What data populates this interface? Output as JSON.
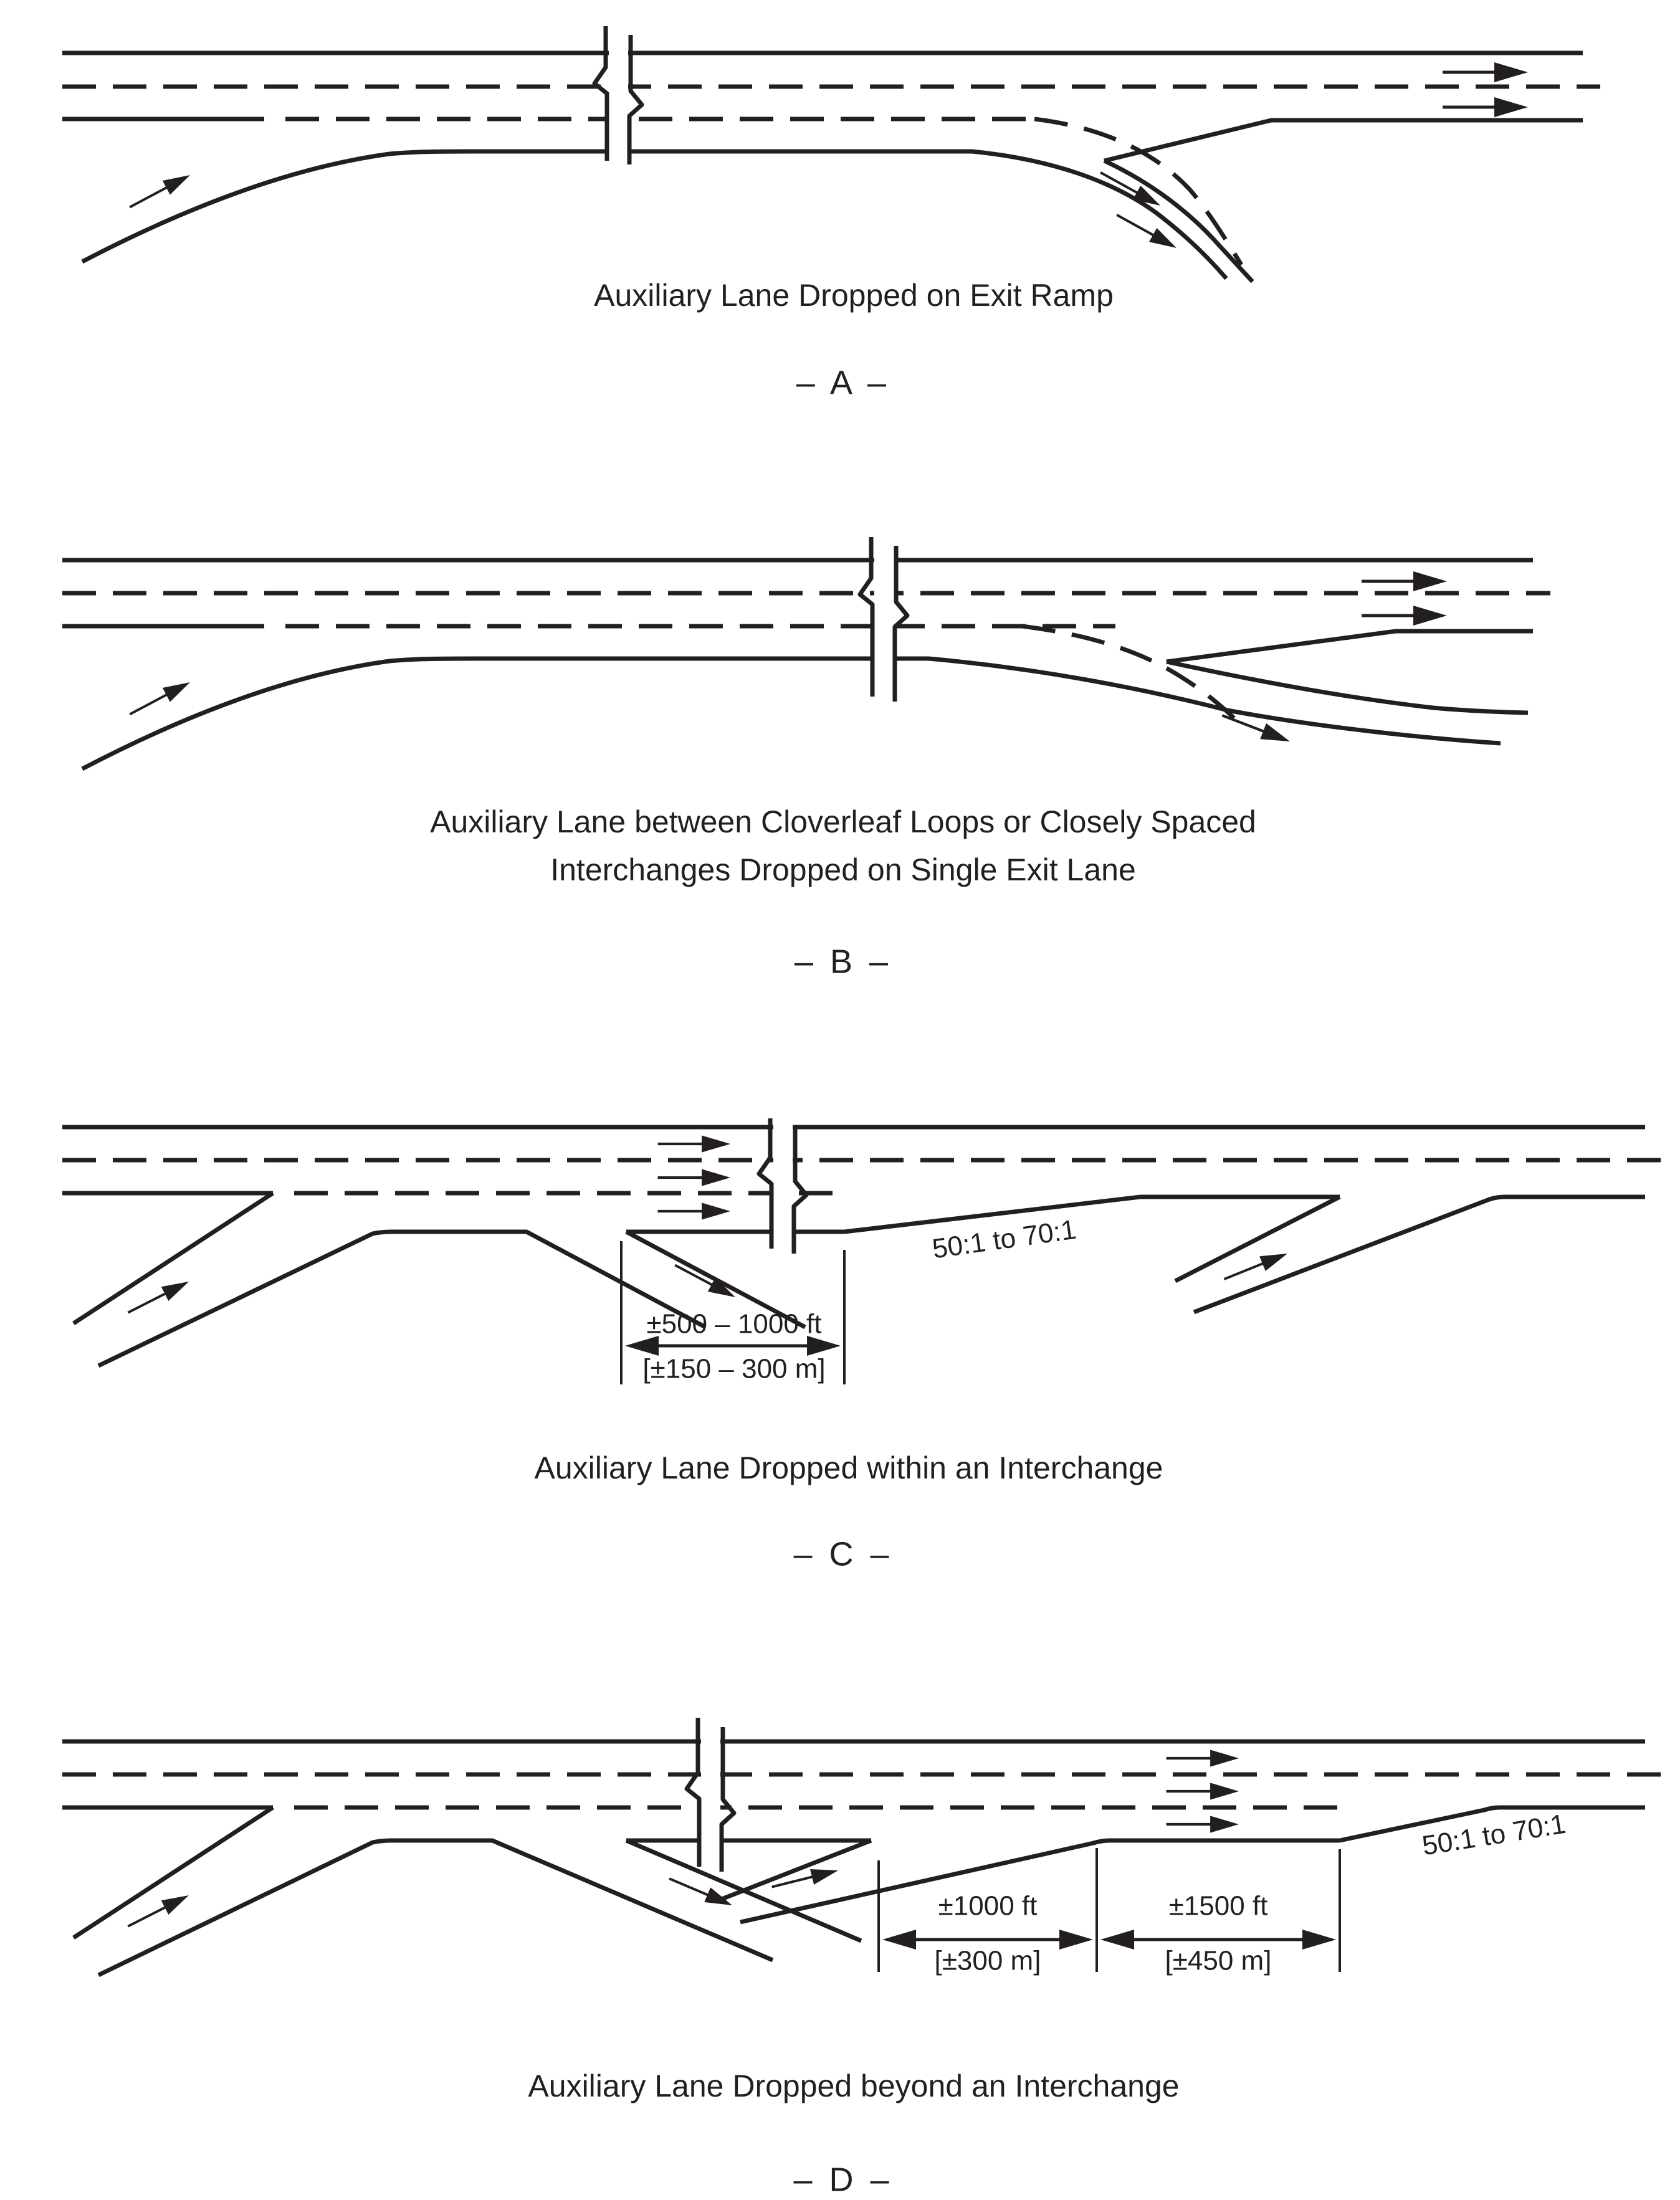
{
  "page": {
    "background": "#ffffff",
    "ink_color": "#231f20"
  },
  "figures": {
    "a": {
      "title": "Auxiliary Lane Dropped on Exit Ramp",
      "label": "– A –"
    },
    "b": {
      "title_line1": "Auxiliary Lane between Cloverleaf Loops or Closely Spaced",
      "title_line2": "Interchanges Dropped on Single Exit Lane",
      "label": "– B –"
    },
    "c": {
      "title": "Auxiliary Lane Dropped within an Interchange",
      "label": "– C –",
      "taper_ratio": "50:1 to 70:1",
      "dimension": {
        "feet": "±500 – 1000 ft",
        "meters": "[±150 – 300 m]"
      }
    },
    "d": {
      "title": "Auxiliary Lane Dropped beyond an Interchange",
      "label": "– D –",
      "taper_ratio": "50:1 to 70:1",
      "dimension_1": {
        "feet": "±1000 ft",
        "meters": "[±300 m]"
      },
      "dimension_2": {
        "feet": "±1500 ft",
        "meters": "[±450 m]"
      }
    }
  }
}
